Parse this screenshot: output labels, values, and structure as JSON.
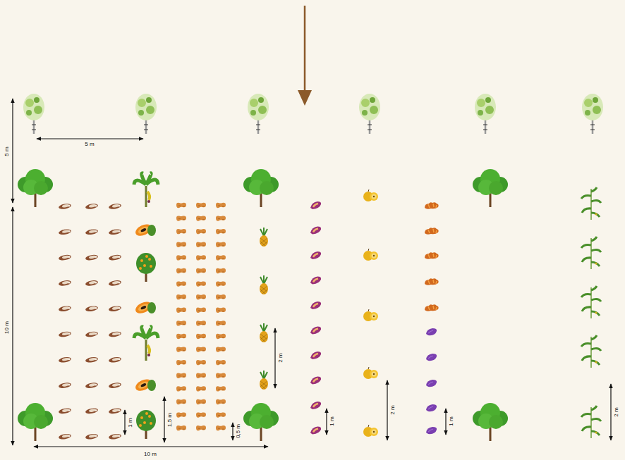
{
  "diagram": {
    "labels": [
      "5 m",
      "5 m",
      "10 m",
      "1 m",
      "1,5 m",
      "0,5 m",
      "10 m",
      "2 m",
      "1 m",
      "2 m",
      "1 m",
      "2 m"
    ]
  }
}
